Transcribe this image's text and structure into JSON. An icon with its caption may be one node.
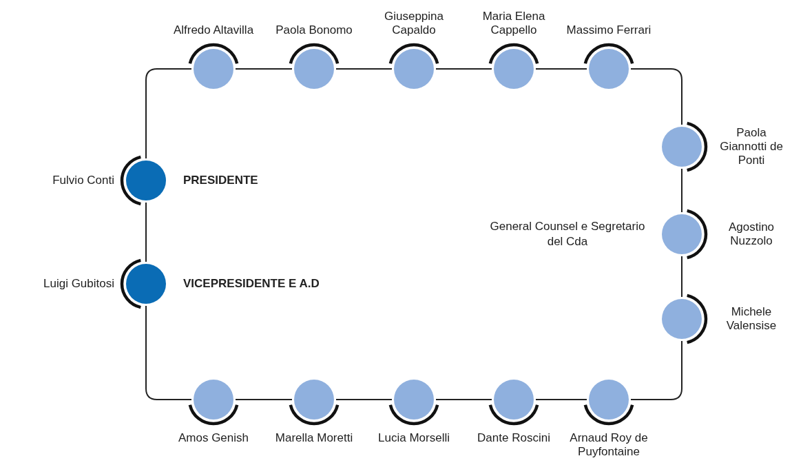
{
  "diagram": {
    "nodes": [
      {
        "text": [
          "Alfredo Altavilla"
        ]
      },
      {
        "text": [
          "Paola Bonomo"
        ]
      },
      {
        "text": [
          "Giuseppina Capaldo"
        ]
      },
      {
        "text": [
          "Maria Elena Cappello"
        ]
      },
      {
        "text": [
          "Massimo Ferrari"
        ]
      },
      {
        "text": [
          "Fulvio Conti"
        ],
        "beside": [
          "PRESIDENTE"
        ]
      },
      {
        "text": [
          "Luigi Gubitosi"
        ],
        "beside": [
          "VICEPRESIDENTE E A.D"
        ]
      },
      {
        "text": [
          "Paola Giannotti de Ponti"
        ]
      },
      {
        "text": [
          "Agostino Nuzzolo"
        ],
        "beside": [
          "General Counsel e Segretario del Cda"
        ]
      },
      {
        "text": [
          "Michele Valensise"
        ]
      },
      {
        "text": [
          "Amos Genish"
        ]
      },
      {
        "text": [
          "Marella Moretti"
        ]
      },
      {
        "text": [
          "Lucia Morselli"
        ]
      },
      {
        "text": [
          "Dante Roscini"
        ]
      },
      {
        "text": [
          "Arnaud Roy de Puyfontaine"
        ]
      }
    ],
    "edges": [
      {
        "from": 5,
        "to": 0,
        "arrow": "none"
      },
      {
        "from": 0,
        "to": 1,
        "arrow": "none"
      },
      {
        "from": 1,
        "to": 2,
        "arrow": "none"
      },
      {
        "from": 2,
        "to": 3,
        "arrow": "none"
      },
      {
        "from": 3,
        "to": 4,
        "arrow": "none"
      },
      {
        "from": 4,
        "to": 7,
        "arrow": "none"
      },
      {
        "from": 7,
        "to": 8,
        "arrow": "none"
      },
      {
        "from": 8,
        "to": 9,
        "arrow": "none"
      },
      {
        "from": 9,
        "to": 14,
        "arrow": "none"
      },
      {
        "from": 14,
        "to": 13,
        "arrow": "none"
      },
      {
        "from": 13,
        "to": 12,
        "arrow": "none"
      },
      {
        "from": 12,
        "to": 11,
        "arrow": "none"
      },
      {
        "from": 11,
        "to": 10,
        "arrow": "none"
      },
      {
        "from": 10,
        "to": 6,
        "arrow": "none"
      },
      {
        "from": 6,
        "to": 5,
        "arrow": "none"
      }
    ]
  }
}
